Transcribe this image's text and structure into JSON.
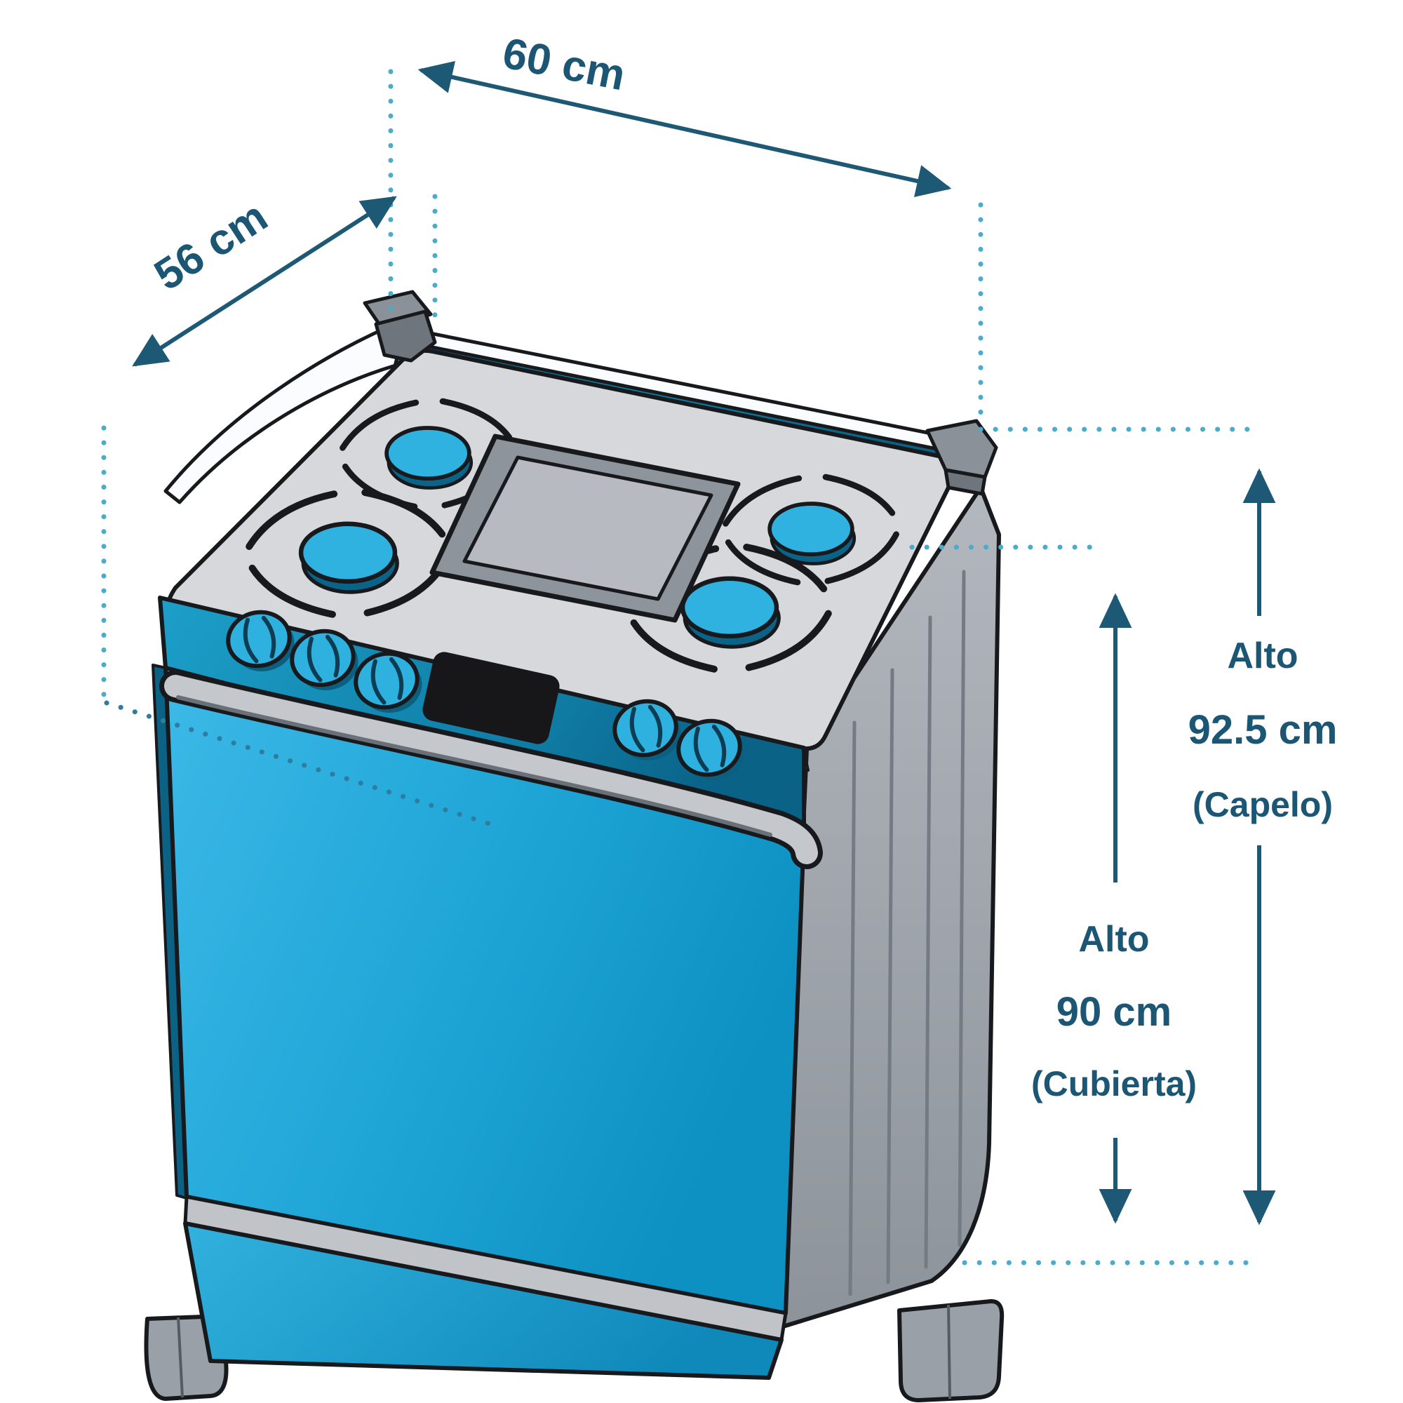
{
  "diagram": {
    "subject": "gas-stove-dimensions",
    "measurements": {
      "width": {
        "label": "60 cm",
        "value_cm": 60
      },
      "depth": {
        "label": "56 cm",
        "value_cm": 56
      },
      "height_capelo": {
        "line1": "Alto",
        "line2": "92.5 cm",
        "line3": "(Capelo)",
        "value_cm": 92.5
      },
      "height_cubierta": {
        "line1": "Alto",
        "line2": "90 cm",
        "line3": "(Cubierta)",
        "value_cm": 90
      }
    },
    "colors": {
      "dimension_text": "#1b5674",
      "dimension_arrow": "#1d5875",
      "dotted_guide_light": "#4aabcc",
      "dotted_guide_dark": "#2e7da0",
      "door_blue": "#29a9d8",
      "panel_teal": "#1193bd",
      "burner_blue": "#2fb2e0",
      "cooktop_gray": "#d6d8dc",
      "side_gray": "#a4a9af",
      "outline": "#17191c"
    }
  }
}
